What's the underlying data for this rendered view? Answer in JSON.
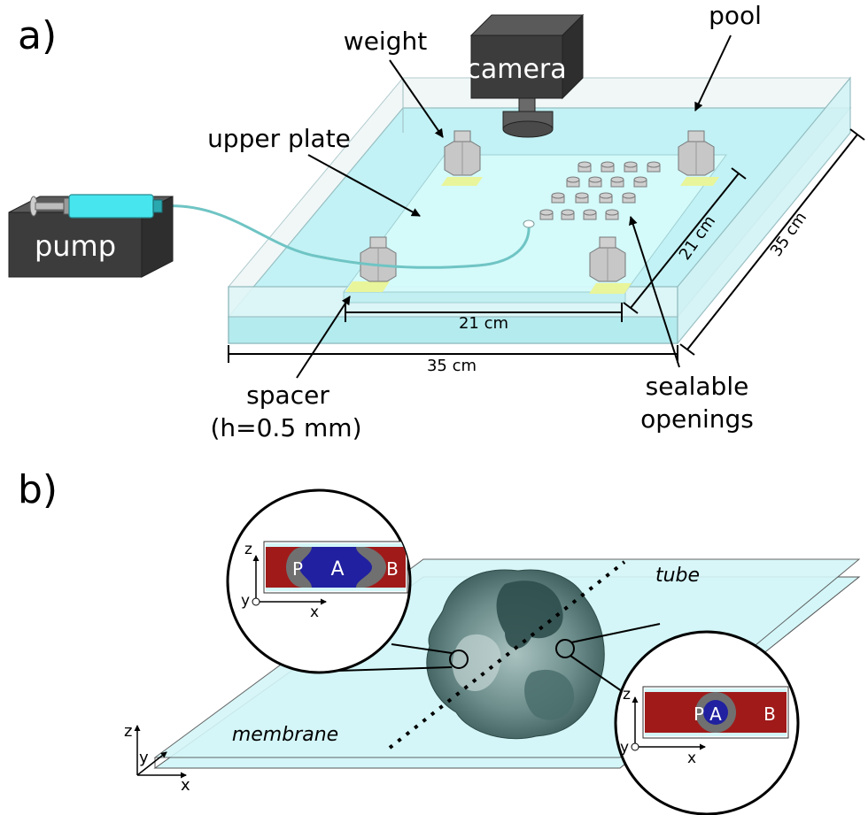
{
  "panel_a": {
    "panel_label": "a)",
    "labels": {
      "weight": "weight",
      "camera": "camera",
      "pool": "pool",
      "upper_plate": "upper plate",
      "pump": "pump",
      "dim_21_width": "21 cm",
      "dim_21_depth": "21 cm",
      "dim_35_width": "35 cm",
      "dim_35_depth": "35 cm",
      "spacer": "spacer",
      "spacer_height": "(h=0.5 mm)",
      "sealable_line1": "sealable",
      "sealable_line2": "openings"
    }
  },
  "panel_b": {
    "panel_label": "b)",
    "labels": {
      "tube": "tube",
      "membrane": "membrane",
      "axis_z": "z",
      "axis_y": "y",
      "axis_x": "x",
      "left_inset": {
        "p": "P",
        "a": "A",
        "b": "B",
        "axis_z": "z",
        "axis_y": "y",
        "axis_x": "x"
      },
      "right_inset": {
        "p": "P",
        "a": "A",
        "b": "B",
        "axis_z": "z",
        "axis_y": "y",
        "axis_x": "x"
      }
    }
  },
  "colors": {
    "water": "#bdf2f5",
    "glass_edge": "#8fb9bd",
    "plate": "#d6fbfb",
    "dark_box": "#3c3c3c",
    "syringe": "#47e6ee",
    "tube_line": "#6fc4c4",
    "spacer": "#e9f59a",
    "weight": "#c7c7c7",
    "inset_red": "#a01a1a",
    "inset_blue": "#2020a0",
    "inset_grey": "#707070",
    "sheet": "#d4f6f8",
    "pattern": "#3e6462"
  }
}
